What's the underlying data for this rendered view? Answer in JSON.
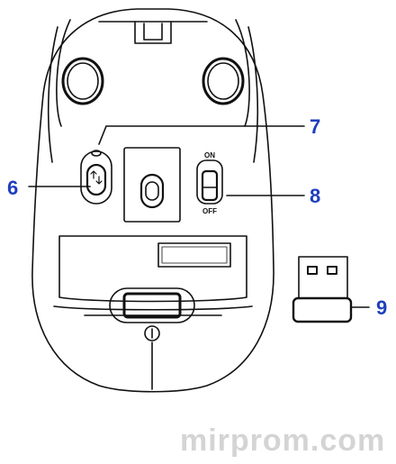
{
  "callouts": {
    "c6": "6",
    "c7": "7",
    "c8": "8",
    "c9": "9"
  },
  "switch": {
    "on_label": "ON",
    "off_label": "OFF"
  },
  "watermark": "mirprom.com",
  "colors": {
    "callout": "#1f3fbf",
    "line": "#111111",
    "watermark": "#d4d4d4"
  }
}
